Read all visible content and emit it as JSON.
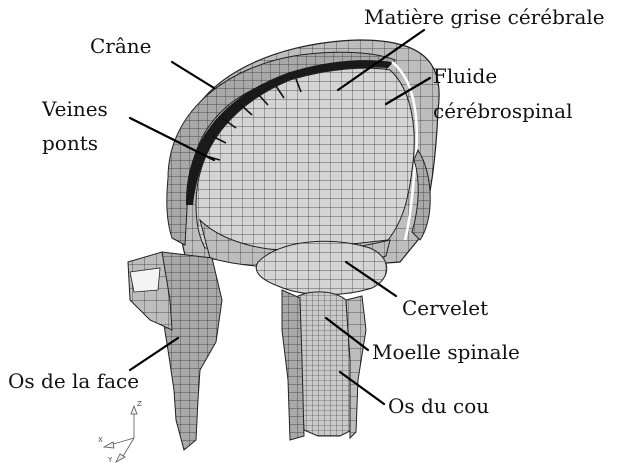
{
  "labels": {
    "crane": "Crâne",
    "matiere_grise": "Matière grise cérébrale",
    "fluide_l1": "Fluide",
    "fluide_l2": "cérébrospinal",
    "veines_l1": "Veines",
    "veines_l2": "ponts",
    "cervelet": "Cervelet",
    "moelle": "Moelle spinale",
    "os_face": "Os de la face",
    "os_cou": "Os du cou"
  },
  "axes": {
    "x": "X",
    "y": "Y",
    "z": "Z"
  },
  "colors": {
    "mesh_fill": "#d2d2d2",
    "mesh_dark": "#8a8a8a",
    "mesh_line": "#2b2b2b",
    "leader": "#000000",
    "fluid_layer": "#1a1a1a"
  }
}
